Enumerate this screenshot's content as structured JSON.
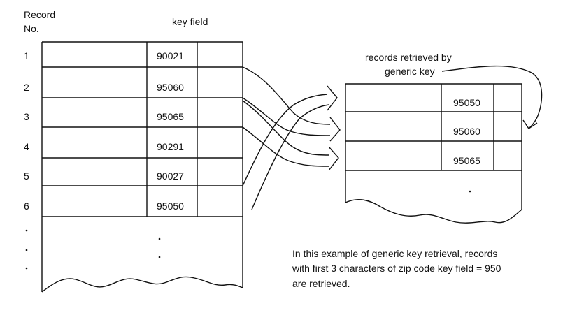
{
  "header": {
    "record_no_line1": "Record",
    "record_no_line2": "No.",
    "key_field": "key field"
  },
  "left_table": {
    "record_numbers": [
      "1",
      "2",
      "3",
      "4",
      "5",
      "6"
    ],
    "keys": [
      "90021",
      "95060",
      "95065",
      "90291",
      "90027",
      "95050"
    ]
  },
  "right_table": {
    "caption_line1": "records retrieved by",
    "caption_line2": "generic key",
    "keys": [
      "95050",
      "95060",
      "95065"
    ]
  },
  "note": {
    "line1": "In this example of generic key retrieval, records",
    "line2": "with first 3 characters of zip code key field = 950",
    "line3": "are retrieved."
  },
  "colors": {
    "ink": "#111111",
    "paper": "#ffffff"
  }
}
